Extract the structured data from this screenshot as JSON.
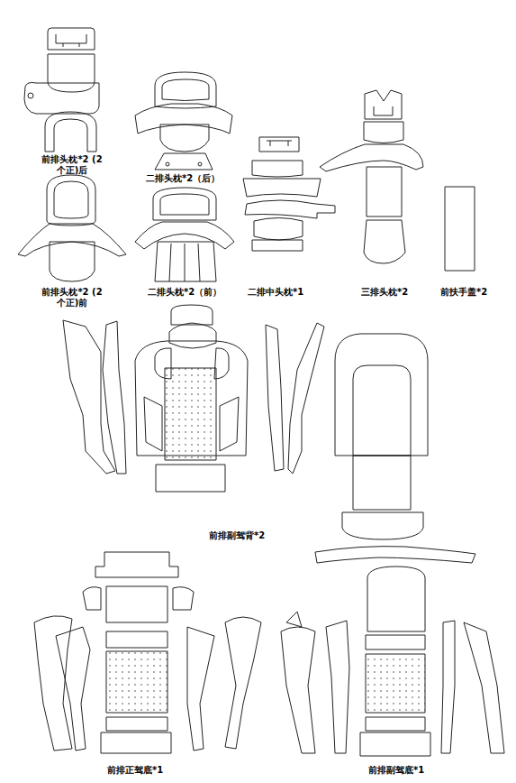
{
  "diagram": {
    "labels": [
      "前排头枕*2 (2个正)后",
      "二排头枕*2（后）",
      "前排头枕*2 (2个正)前",
      "二排头枕*2（前）",
      "二排中头枕*1",
      "三排头枕*2",
      "前扶手盖*2",
      "前排副驾背*2",
      "前排正驾底*1",
      "前排副驾底*1"
    ]
  }
}
